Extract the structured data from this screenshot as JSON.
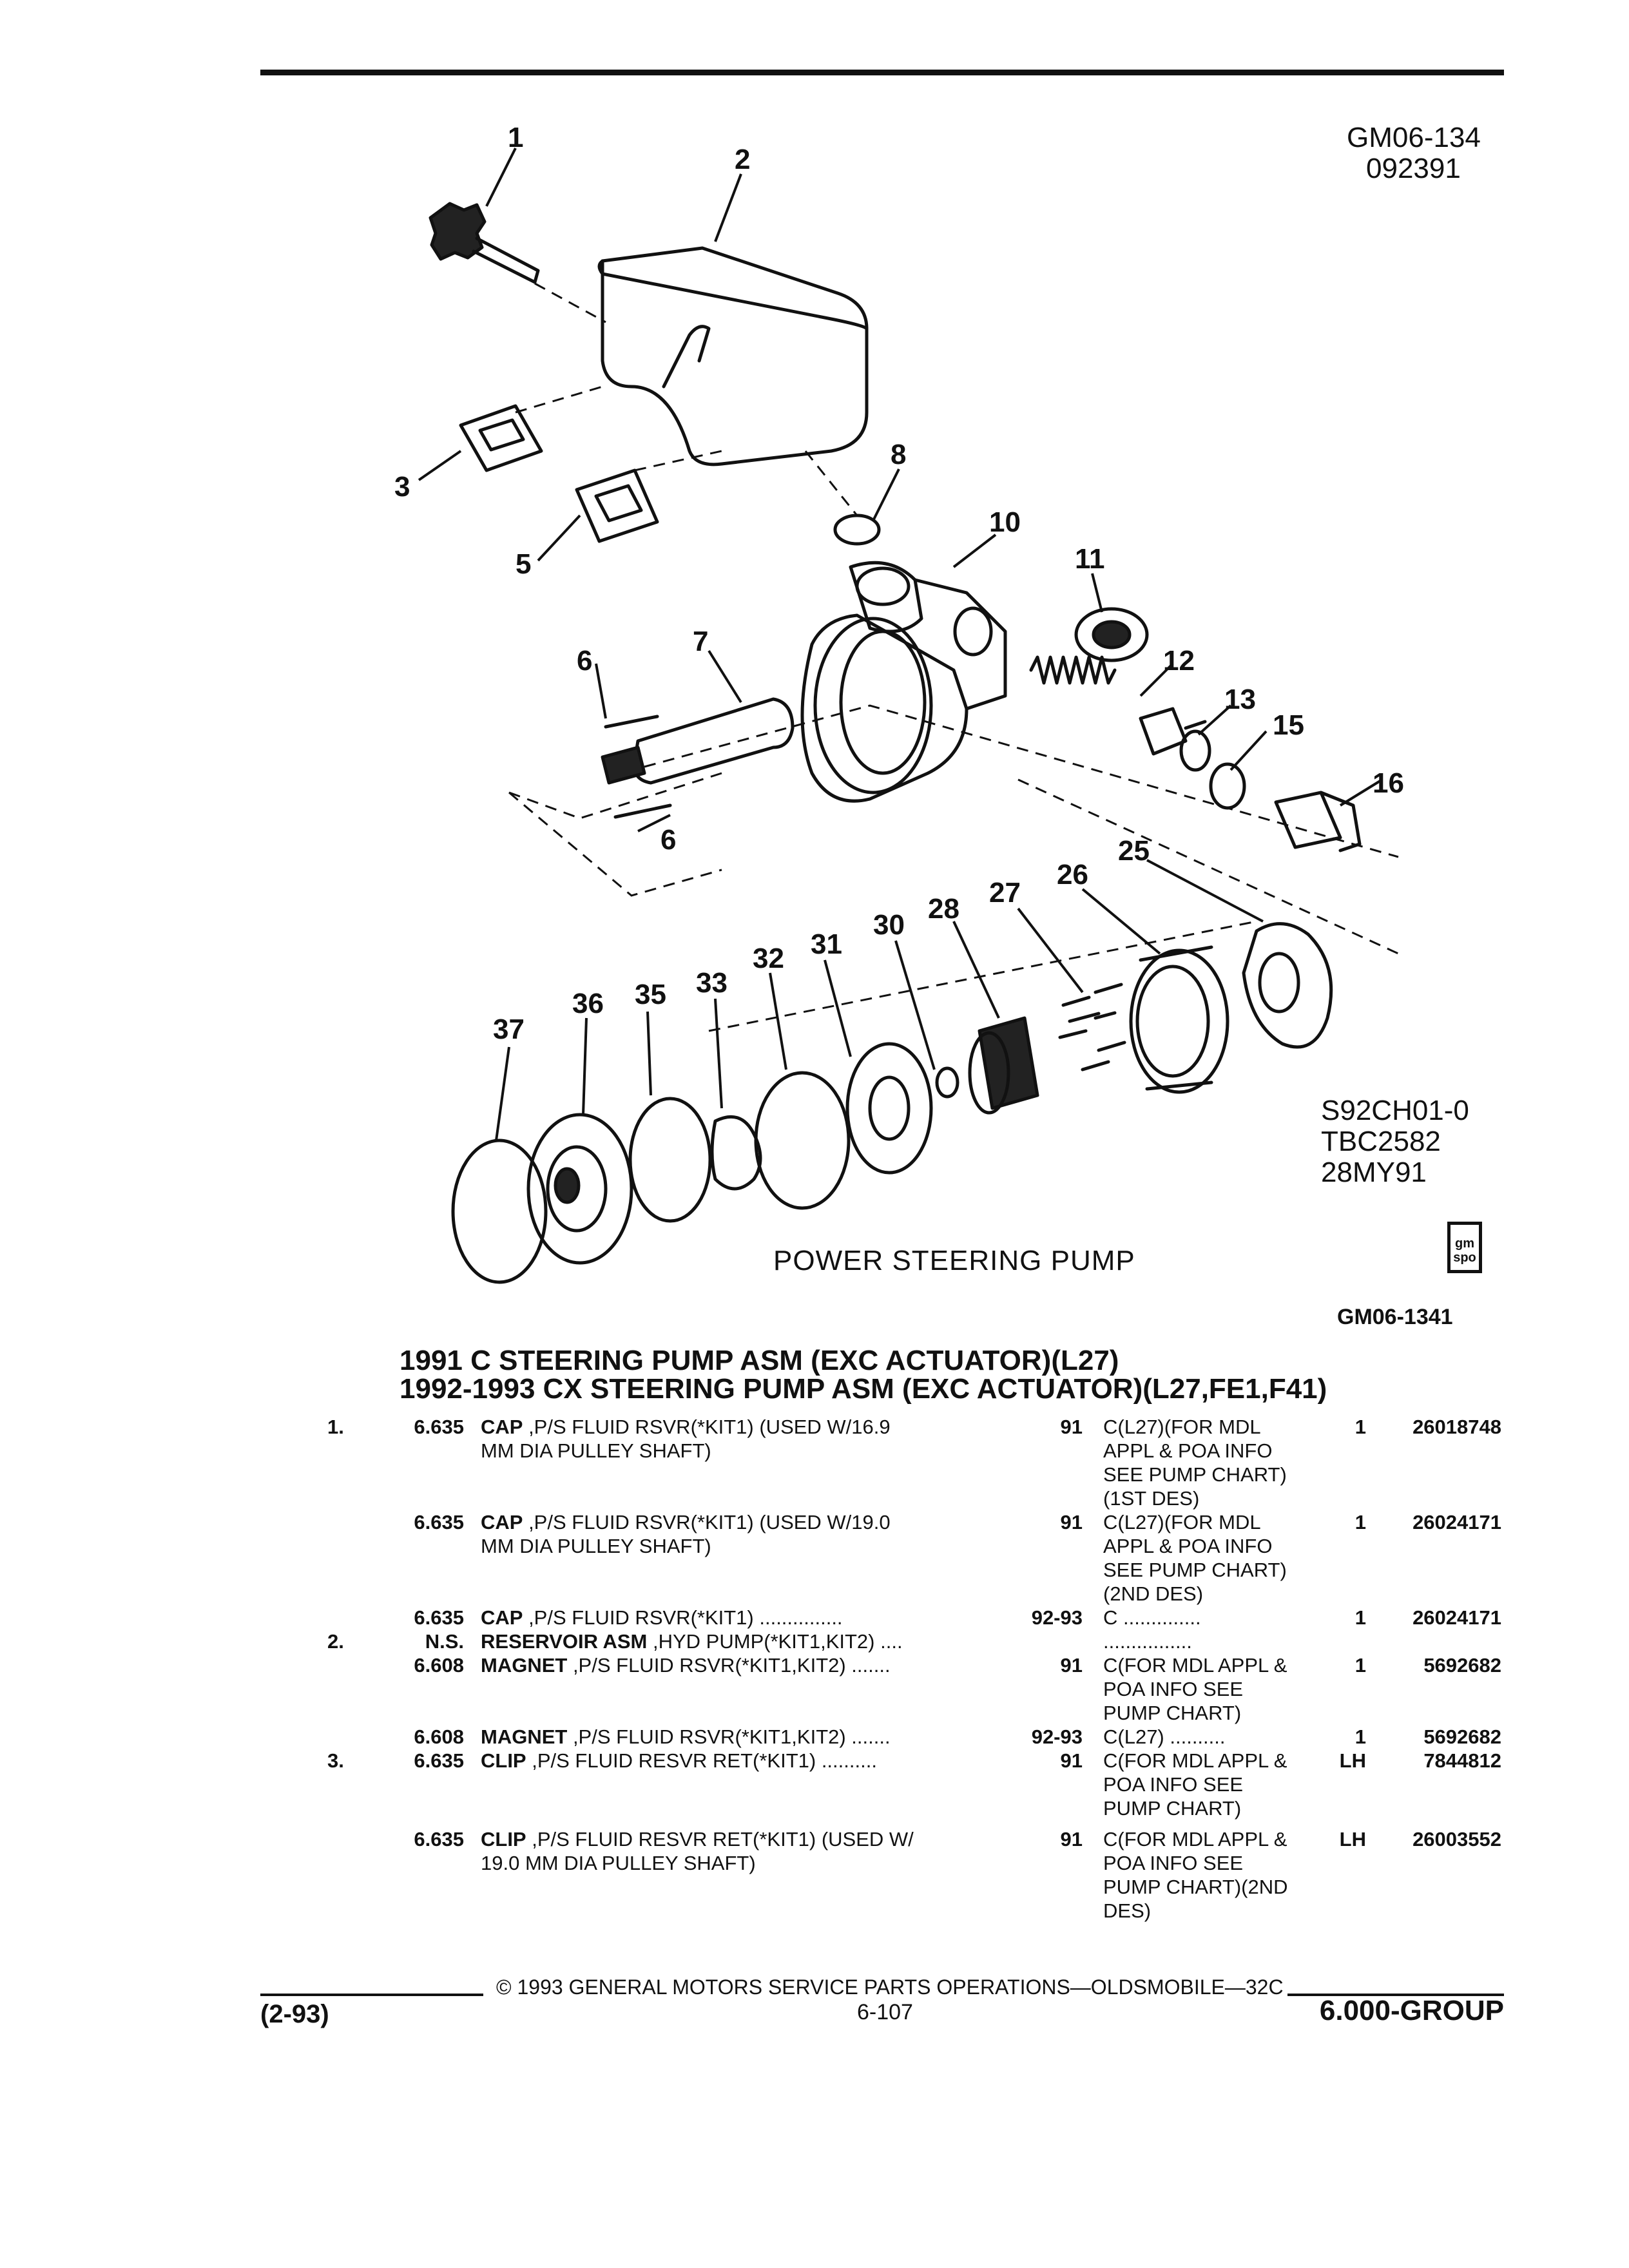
{
  "header": {
    "code_line1": "GM06-134",
    "code_line2": "092391"
  },
  "figure": {
    "callouts": [
      "1",
      "2",
      "3",
      "5",
      "8",
      "10",
      "11",
      "6",
      "7",
      "12",
      "13",
      "15",
      "16",
      "6",
      "25",
      "26",
      "27",
      "28",
      "30",
      "31",
      "32",
      "33",
      "35",
      "36",
      "37"
    ],
    "ref_codes": [
      "S92CH01-0",
      "TBC2582",
      "28MY91"
    ],
    "title": "POWER STEERING PUMP",
    "icon_text": "gm\nspo",
    "code": "GM06-1341"
  },
  "section": {
    "line1": "1991 C STEERING PUMP ASM (EXC ACTUATOR)(L27)",
    "line2": "1992-1993 CX STEERING PUMP ASM (EXC ACTUATOR)(L27,FE1,F41)"
  },
  "parts": [
    {
      "ref": "1.",
      "group": "6.635",
      "name": "CAP",
      "desc_rest": " ,P/S FLUID RSVR(*KIT1) (USED W/16.9\nMM DIA PULLEY SHAFT)",
      "year": "91",
      "usage": "C(L27)(FOR MDL\nAPPL & POA INFO\nSEE PUMP CHART)\n(1ST DES)",
      "qty": "1",
      "part": "26018748"
    },
    {
      "ref": "",
      "group": "6.635",
      "name": "CAP",
      "desc_rest": " ,P/S FLUID RSVR(*KIT1) (USED W/19.0\nMM DIA PULLEY SHAFT)",
      "year": "91",
      "usage": "C(L27)(FOR MDL\nAPPL & POA INFO\nSEE PUMP CHART)\n(2ND DES)",
      "qty": "1",
      "part": "26024171"
    },
    {
      "ref": "",
      "group": "6.635",
      "name": "CAP",
      "desc_rest": " ,P/S FLUID RSVR(*KIT1) ...............",
      "year": "92-93",
      "usage": "C ..............",
      "qty": "1",
      "part": "26024171"
    },
    {
      "ref": "2.",
      "group": "N.S.",
      "name": "RESERVOIR ASM",
      "desc_rest": " ,HYD PUMP(*KIT1,KIT2) ....",
      "year": "",
      "usage": "................",
      "qty": "",
      "part": ""
    },
    {
      "ref": "",
      "group": "6.608",
      "name": "MAGNET",
      "desc_rest": " ,P/S FLUID RSVR(*KIT1,KIT2) .......",
      "year": "91",
      "usage": "C(FOR MDL APPL &\nPOA INFO SEE\nPUMP CHART)",
      "qty": "1",
      "part": "5692682"
    },
    {
      "ref": "",
      "group": "6.608",
      "name": "MAGNET",
      "desc_rest": " ,P/S FLUID RSVR(*KIT1,KIT2) .......",
      "year": "92-93",
      "usage": "C(L27) ..........",
      "qty": "1",
      "part": "5692682"
    },
    {
      "ref": "3.",
      "group": "6.635",
      "name": "CLIP",
      "desc_rest": " ,P/S FLUID RESVR RET(*KIT1) ..........",
      "year": "91",
      "usage": "C(FOR MDL APPL &\nPOA INFO SEE\nPUMP CHART)",
      "qty": "LH",
      "part": "7844812"
    },
    {
      "ref": "",
      "group": "6.635",
      "name": "CLIP",
      "desc_rest": " ,P/S FLUID RESVR RET(*KIT1) (USED W/\n19.0 MM DIA PULLEY SHAFT)",
      "year": "91",
      "usage": "C(FOR MDL APPL &\nPOA INFO SEE\nPUMP CHART)(2ND\nDES)",
      "qty": "LH",
      "part": "26003552"
    }
  ],
  "footer": {
    "copyright": "© 1993 GENERAL MOTORS SERVICE PARTS OPERATIONS—OLDSMOBILE—32C",
    "revision": "(2-93)",
    "page": "6-107",
    "group": "6.000-GROUP"
  }
}
